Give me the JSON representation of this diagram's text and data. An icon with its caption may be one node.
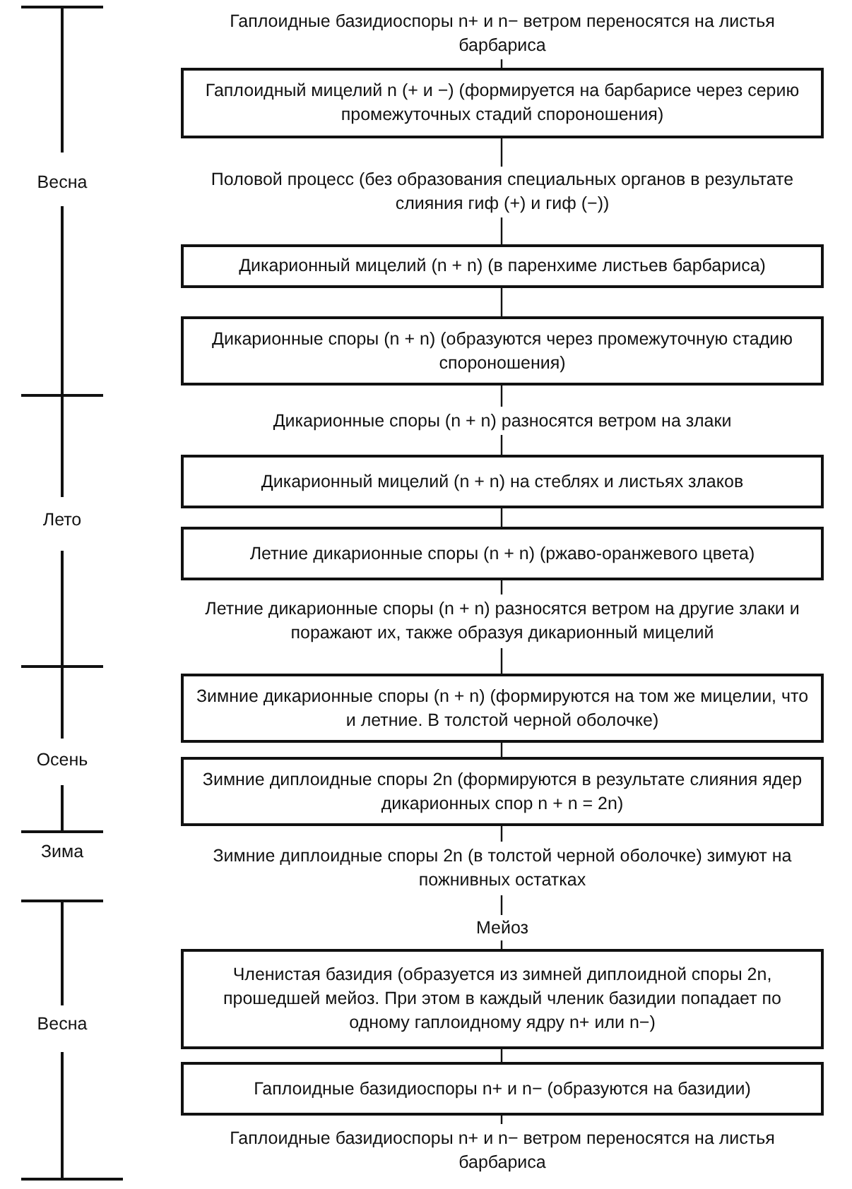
{
  "diagram": {
    "nodes": [
      {
        "text": [
          "Гаплоидные базидиоспоры n+ и n− ветром переносятся на листья барбариса"
        ]
      },
      {
        "text": [
          "Гаплоидный мицелий n (+ и −) (формируется на барбарисе через серию промежуточных стадий спороношения)"
        ]
      },
      {
        "text": [
          "Половой процесс (без образования специальных органов в результате слияния гиф (+) и гиф (−))"
        ]
      },
      {
        "text": [
          "Дикарионный мицелий (n + n) (в паренхиме листьев барбариса)"
        ]
      },
      {
        "text": [
          "Дикарионные споры (n + n) (образуются через промежуточную стадию спороношения)"
        ]
      },
      {
        "text": [
          "Дикарионные споры (n + n) разносятся ветром на злаки"
        ]
      },
      {
        "text": [
          "Дикарионный мицелий (n + n) на стеблях и листьях злаков"
        ]
      },
      {
        "text": [
          "Летние дикарионные споры (n + n) (ржаво-оранжевого цвета)"
        ]
      },
      {
        "text": [
          "Летние дикарионные споры (n + n) разносятся ветром на другие злаки и поражают их, также образуя дикарионный мицелий"
        ]
      },
      {
        "text": [
          "Зимние дикарионные споры (n + n) (формируются на том же мицелии, что и летние. В толстой черной оболочке)"
        ]
      },
      {
        "text": [
          "Зимние диплоидные споры 2n (формируются в результате слияния ядер дикарионных спор n + n = 2n)"
        ]
      },
      {
        "text": [
          "Зимние диплоидные споры 2n (в толстой черной оболочке) зимуют на пожнивных остатках"
        ]
      },
      {
        "text": [
          "Мейоз"
        ]
      },
      {
        "text": [
          "Членистая базидия (образуется из зимней диплоидной споры 2n, прошедшей мейоз. При этом в каждый членик базидии попадает по одному гаплоидному ядру n+ или n−)"
        ]
      },
      {
        "text": [
          "Гаплоидные базидиоспоры n+ и n− (образуются на базидии)"
        ]
      },
      {
        "text": [
          "Гаплоидные базидиоспоры n+ и n− ветром переносятся на листья барбариса"
        ]
      }
    ],
    "edges": [
      {
        "from": 0,
        "to": 1,
        "arrow": "none"
      },
      {
        "from": 1,
        "to": 2,
        "arrow": "none"
      },
      {
        "from": 2,
        "to": 3,
        "arrow": "none"
      },
      {
        "from": 3,
        "to": 4,
        "arrow": "none"
      },
      {
        "from": 4,
        "to": 5,
        "arrow": "none"
      },
      {
        "from": 5,
        "to": 6,
        "arrow": "none"
      },
      {
        "from": 6,
        "to": 7,
        "arrow": "none"
      },
      {
        "from": 7,
        "to": 8,
        "arrow": "none"
      },
      {
        "from": 8,
        "to": 9,
        "arrow": "none"
      },
      {
        "from": 9,
        "to": 10,
        "arrow": "none"
      },
      {
        "from": 10,
        "to": 11,
        "arrow": "none"
      },
      {
        "from": 11,
        "to": 12,
        "arrow": "none"
      },
      {
        "from": 12,
        "to": 13,
        "arrow": "none"
      },
      {
        "from": 13,
        "to": 14,
        "arrow": "none"
      },
      {
        "from": 14,
        "to": 15,
        "arrow": "none"
      }
    ],
    "labels": [
      "Весна",
      "Лето",
      "Осень",
      "Зима",
      "Весна"
    ]
  }
}
